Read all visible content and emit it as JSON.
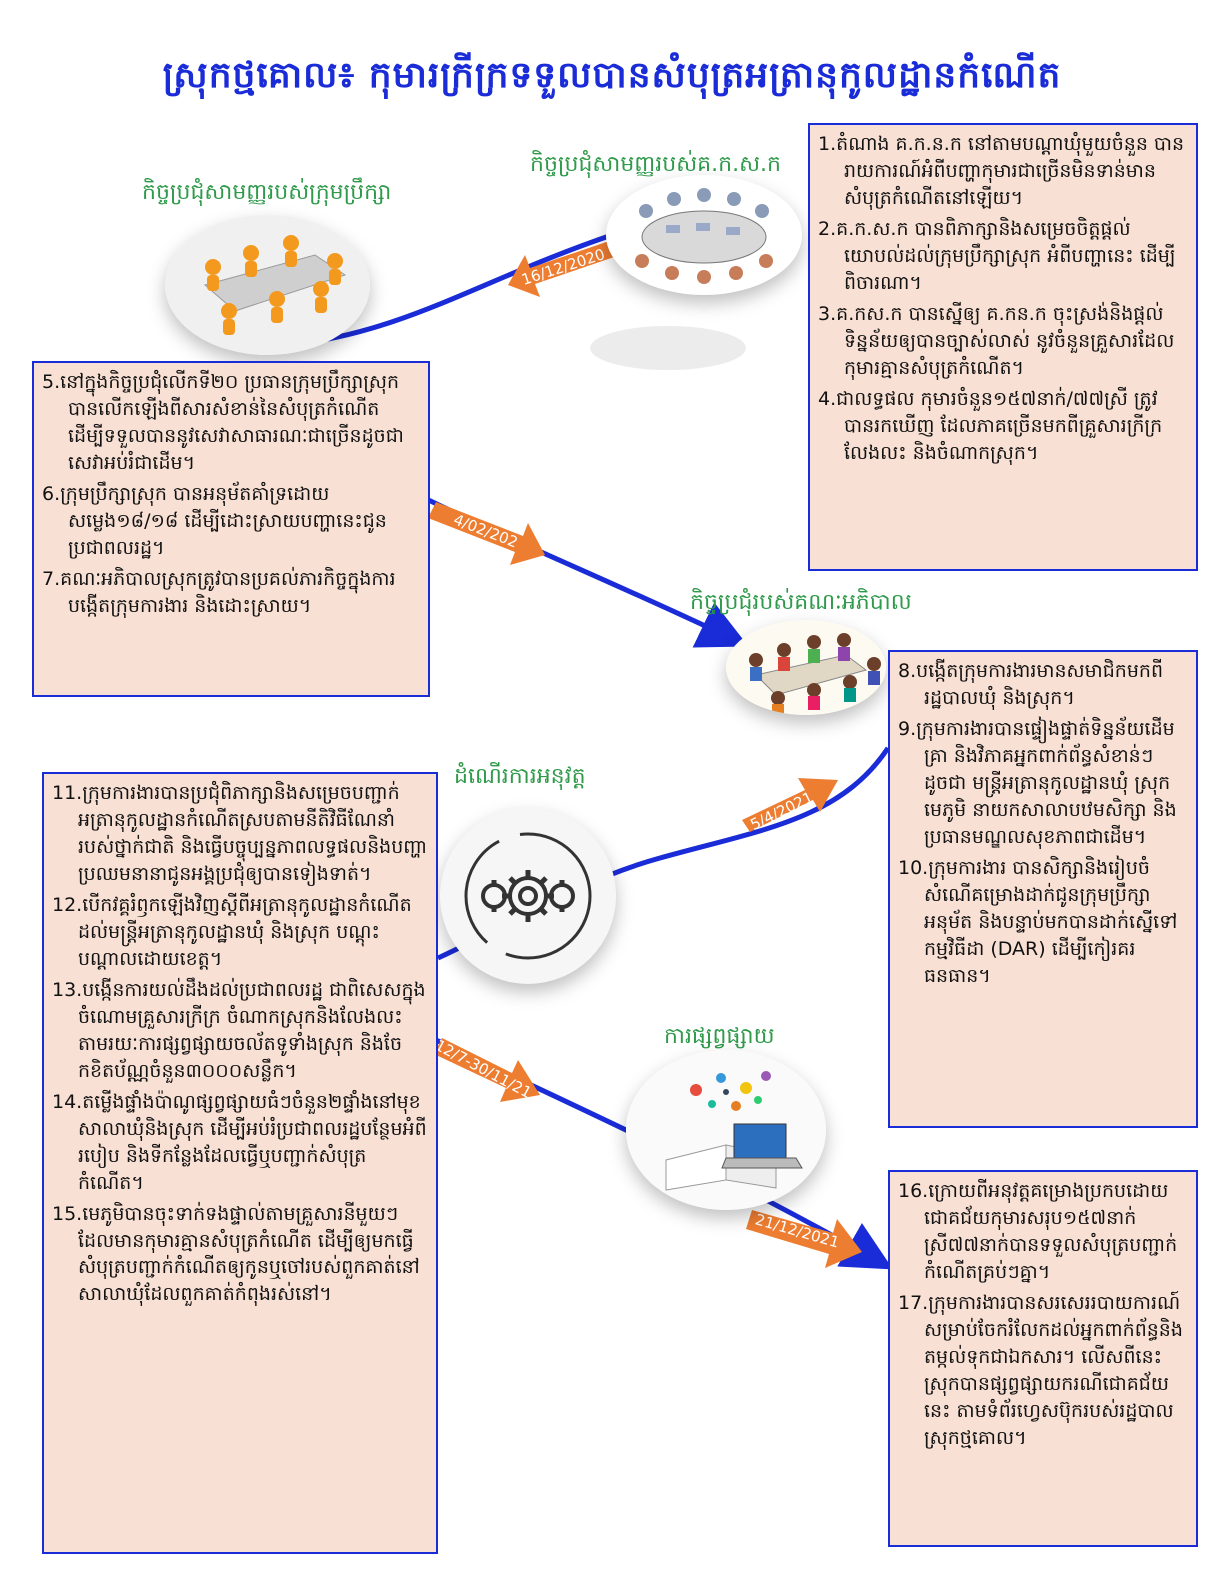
{
  "title": "ស្រុកថ្មគោល៖ កុមារក្រីក្រទទួលបានសំបុត្រអត្រានុកូលដ្ឋានកំណើត",
  "labels": {
    "council_meeting": "កិច្ចប្រជុំសាមញ្ញរបស់ក្រុមប្រឹក្សា",
    "committee_meeting": "កិច្ចប្រជុំសាមញ្ញរបស់គ.ក.ស.ក",
    "board_meeting": "កិច្ចប្រជុំរបស់គណៈអភិបាល",
    "implementation": "ដំណើរការអនុវត្ត",
    "dissemination": "ការផ្សព្វផ្សាយ"
  },
  "dates": {
    "d1": "16/12/2020",
    "d2": "4/02/202",
    "d3": "5/4/2021",
    "d4": "12/7-30/11/21",
    "d5": "21/12/2021"
  },
  "box1": {
    "items": [
      "1.តំណាង គ.ក.ន.ក នៅតាមបណ្តាឃុំមួយចំនួន បានរាយការណ៍អំពីបញ្ហាកុមារជាច្រើនមិនទាន់មានសំបុត្រកំណើតនៅឡើយ។",
      "2.គ.ក.ស.ក បានពិភាក្សានិងសម្រេចចិត្តផ្តល់យោបល់ដល់ក្រុមប្រឹក្សាស្រុក អំពីបញ្ហានេះ ដើម្បីពិចារណា។",
      "3.គ.កស.ក បានស្នើឲ្យ គ.កន.ក ចុះស្រង់និងផ្តល់ទិន្នន័យឲ្យបានច្បាស់លាស់ នូវចំនួនគ្រួសារដែលកុមារគ្មានសំបុត្រកំណើត។",
      "4.ជាលទ្ធផល កុមារចំនួន១៥៧នាក់/៧៧ស្រី ត្រូវបានរកឃើញ ដែលភាគច្រើនមកពីគ្រួសារក្រីក្រ លែងលះ និងចំណាកស្រុក។"
    ]
  },
  "box2": {
    "items": [
      "5.នៅក្នុងកិច្ចប្រជុំលើកទី២០ ប្រធានក្រុមប្រឹក្សាស្រុក បានលើកឡើងពីសារសំខាន់នៃសំបុត្រកំណើត ដើម្បីទទួលបាននូវសេវាសាធារណៈជាច្រើនដូចជាសេវាអប់រំជាដើម។",
      "6.ក្រុមប្រឹក្សាស្រុក បានអនុម័តគាំទ្រដោយសម្លេង១៨/១៨ ដើម្បីដោះស្រាយបញ្ហានេះជូនប្រជាពលរដ្ឋ។",
      "7.គណៈអភិបាលស្រុកត្រូវបានប្រគល់ភារកិច្ចក្នុងការបង្កើតក្រុមការងារ និងដោះស្រាយ។"
    ]
  },
  "box3": {
    "items": [
      "8.បង្កើតក្រុមការងារមានសមាជិកមកពីរដ្ឋបាលឃុំ និងស្រុក។",
      "9.ក្រុមការងារបានផ្ទៀងផ្ទាត់ទិន្នន័យដើមគ្រា និងវិភាគអ្នកពាក់ព័ន្ធសំខាន់ៗដូចជា មន្ត្រីអត្រានុកូលដ្ឋានឃុំ ស្រុក មេភូមិ នាយកសាលាបឋមសិក្សា និងប្រធានមណ្ឌលសុខភាពជាដើម។",
      "10.ក្រុមការងារ បានសិក្សានិងរៀបចំសំណើគម្រោងដាក់ជូនក្រុមប្រឹក្សាអនុម័ត និងបន្ទាប់មកបានដាក់ស្នើទៅកម្មវិធីដា (DAR) ដើម្បីកៀរគរធនធាន។"
    ]
  },
  "box4": {
    "items": [
      "11.ក្រុមការងារបានប្រជុំពិភាក្សានិងសម្រេចបញ្ជាក់អត្រានុកូលដ្ឋានកំណើតស្របតាមនីតិវិធីណែនាំរបស់ថ្នាក់ជាតិ និងធ្វើបច្ចុប្បន្នភាពលទ្ធផលនិងបញ្ហាប្រឈមនានាជូនអង្គប្រជុំឲ្យបានទៀងទាត់។",
      "12.បើកវគ្គរំឭកឡើងវិញស្តីពីអត្រានុកូលដ្ឋានកំណើតដល់មន្ត្រីអត្រានុកូលដ្ឋានឃុំ និងស្រុក បណ្តុះបណ្តាលដោយខេត្ត។",
      "13.បង្កើនការយល់ដឹងដល់ប្រជាពលរដ្ឋ ជាពិសេសក្នុងចំណោមគ្រួសារក្រីក្រ ចំណាកស្រុកនិងលែងលះ តាមរយៈការផ្សព្វផ្សាយចល័តទូទាំងស្រុក និងចែកខិតប័ណ្ណចំនួន៣០០០សន្លឹក។",
      "14.តម្លើងផ្ទាំងប៉ាណូផ្សព្វផ្សាយធំៗចំនួន២ផ្ទាំងនៅមុខសាលាឃុំនិងស្រុក ដើម្បីអប់រំប្រជាពលរដ្ឋបន្ថែមអំពីរបៀប និងទីកន្លែងដែលធ្វើឬបញ្ជាក់សំបុត្រកំណើត។",
      "15.មេភូមិបានចុះទាក់ទងផ្ទាល់តាមគ្រួសារនីមួយៗដែលមានកុមារគ្មានសំបុត្រកំណើត ដើម្បីឲ្យមកធ្វើសំបុត្របញ្ជាក់កំណើតឲ្យកូនឬចៅរបស់ពួកគាត់នៅសាលាឃុំដែលពួកគាត់កំពុងរស់នៅ។"
    ]
  },
  "box5": {
    "items": [
      "16.ក្រោយពីអនុវត្តគម្រោងប្រកបដោយជោគជ័យកុមារសរុប១៥៧នាក់ស្រី៧៧នាក់បានទទួលសំបុត្របញ្ជាក់កំណើតគ្រប់ៗគ្នា។",
      "17.ក្រុមការងារបានសរសេររបាយការណ៍សម្រាប់ចែករំលែកដល់អ្នកពាក់ព័ន្ធនិងតម្កល់ទុកជាឯកសារ។ លើសពីនេះ ស្រុកបានផ្សព្វផ្សាយករណីជោគជ័យនេះ តាមទំព័រហ្វេសប៊ុករបស់រដ្ឋបាលស្រុកថ្មគោល។"
    ]
  }
}
